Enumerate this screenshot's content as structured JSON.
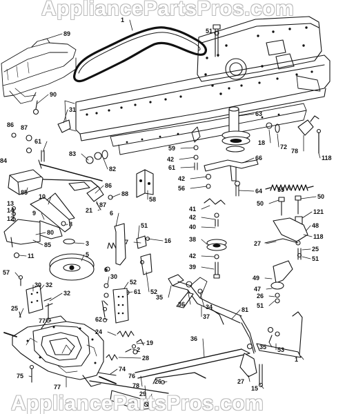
{
  "watermark": {
    "text_top": "AppliancePartsPros.com",
    "text_bottom": "AppliancePartsPros.com"
  },
  "colors": {
    "ink": "#111111",
    "background": "#ffffff",
    "watermark_outline": "#b9b9b9"
  },
  "part_labels": [
    "89",
    "1",
    "51",
    "90",
    "31",
    "63",
    "86",
    "87",
    "61",
    "83",
    "82",
    "59",
    "42",
    "66",
    "18",
    "72",
    "78",
    "118",
    "84",
    "85",
    "86",
    "87",
    "88",
    "58",
    "61",
    "42",
    "56",
    "64",
    "55",
    "13",
    "14",
    "12",
    "10",
    "9",
    "85",
    "80",
    "21",
    "8",
    "50",
    "50",
    "121",
    "41",
    "42",
    "40",
    "48",
    "118",
    "27",
    "25",
    "51",
    "3",
    "5",
    "6",
    "51",
    "7",
    "16",
    "11",
    "38",
    "42",
    "39",
    "49",
    "47",
    "26",
    "51",
    "6",
    "52",
    "57",
    "30",
    "32",
    "32",
    "30",
    "52",
    "61",
    "62",
    "35",
    "36",
    "34",
    "37",
    "81",
    "77",
    "25",
    "24",
    "19",
    "2",
    "28",
    "36",
    "35",
    "53",
    "1",
    "77",
    "74",
    "76",
    "78",
    "29",
    "26",
    "27",
    "15",
    "75"
  ]
}
